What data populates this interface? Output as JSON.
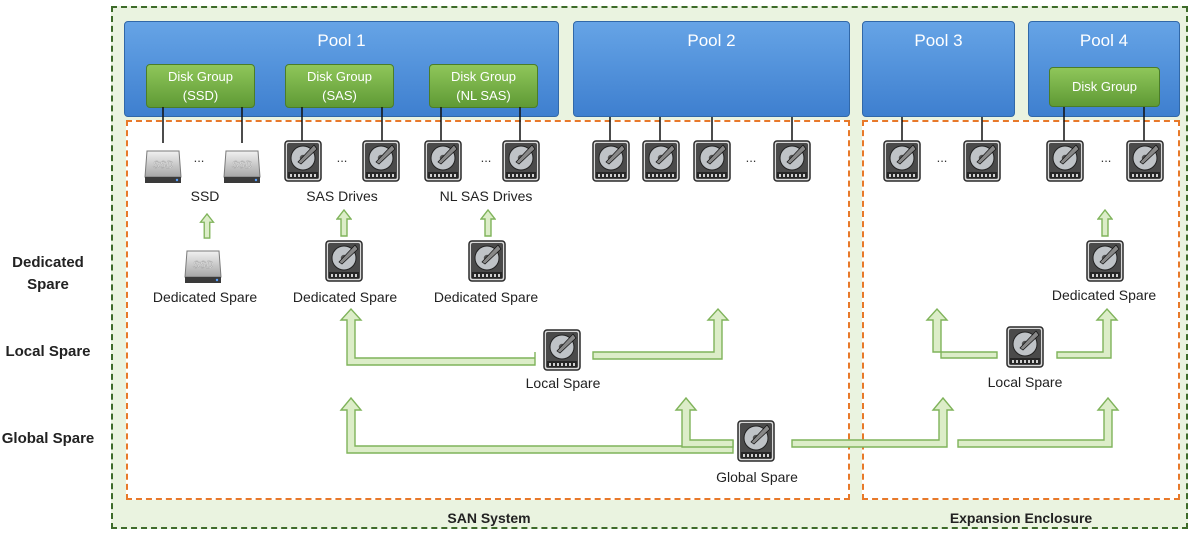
{
  "row_labels": {
    "dedicated": "Dedicated Spare",
    "local": "Local Spare",
    "global": "Global Spare"
  },
  "pools": [
    {
      "title": "Pool 1",
      "disk_groups": [
        "Disk Group (SSD)",
        "Disk Group (SAS)",
        "Disk Group (NL SAS)"
      ]
    },
    {
      "title": "Pool 2",
      "disk_groups": []
    },
    {
      "title": "Pool 3",
      "disk_groups": []
    },
    {
      "title": "Pool 4",
      "disk_groups": [
        "Disk Group"
      ]
    }
  ],
  "disk_group_lines": {
    "ssd": [
      "Disk Group",
      "(SSD)"
    ],
    "sas": [
      "Disk Group",
      "(SAS)"
    ],
    "nlsas": [
      "Disk Group",
      "(NL SAS)"
    ],
    "pool4": [
      "Disk Group"
    ]
  },
  "drive_captions": {
    "ssd": "SSD",
    "sas": "SAS Drives",
    "nlsas": "NL SAS Drives"
  },
  "ellipsis": "...",
  "spares": {
    "dedicated_ssd": "Dedicated Spare",
    "dedicated_sas": "Dedicated Spare",
    "dedicated_nlsas": "Dedicated Spare",
    "dedicated_pool4": "Dedicated Spare",
    "local_san": "Local Spare",
    "local_expansion": "Local Spare",
    "global": "Global Spare"
  },
  "enclosures": {
    "san": "SAN System",
    "expansion": "Expansion Enclosure"
  },
  "colors": {
    "pool_blue": "#4a8ad8",
    "disk_group_green": "#73ad45",
    "outer_border": "#3e6b2a",
    "outer_fill": "#eaf3e0",
    "inner_border_orange": "#e8792a",
    "arrow_fill": "#dcedc8",
    "arrow_stroke": "#7fb35a"
  }
}
